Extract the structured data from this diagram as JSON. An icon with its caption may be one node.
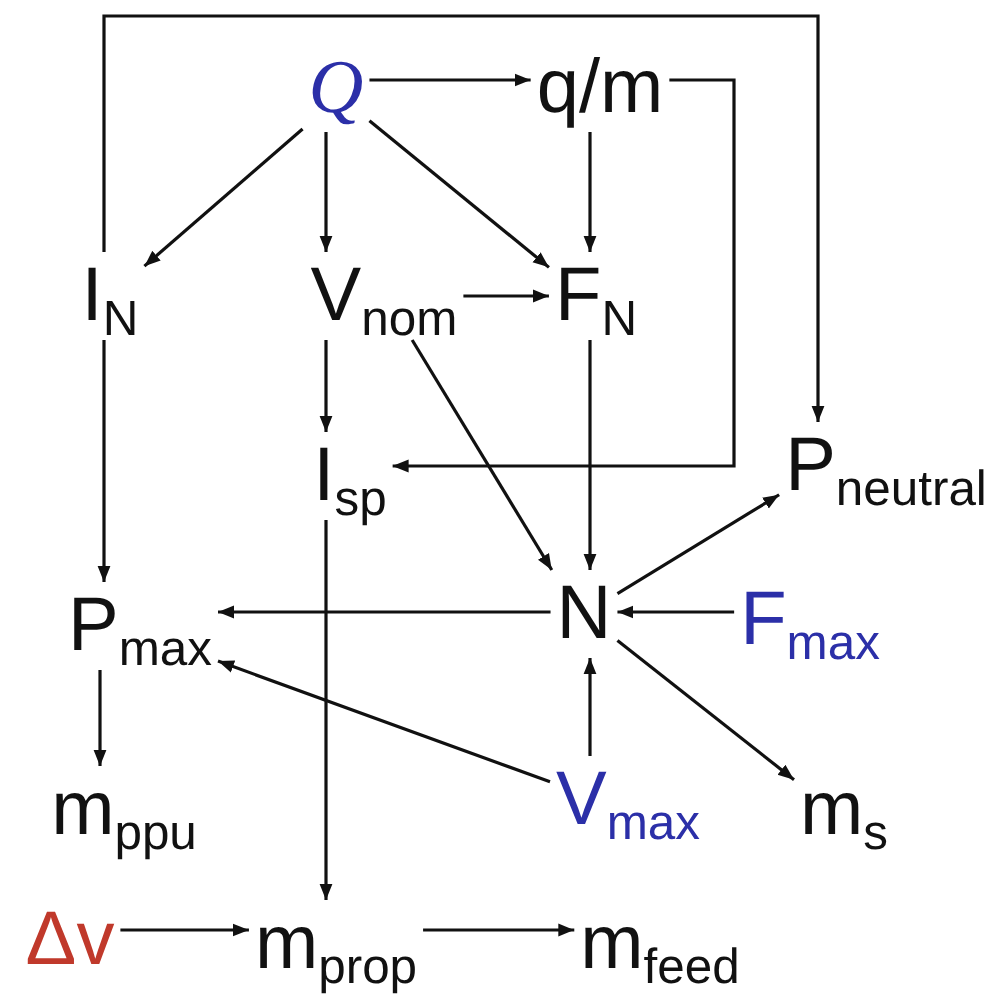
{
  "diagram": {
    "nodes": [
      {
        "text": [
          "Q"
        ]
      },
      {
        "text": [
          "q/m"
        ]
      },
      {
        "text": [
          "I$_{N}$"
        ]
      },
      {
        "text": [
          "V$_{nom}$"
        ]
      },
      {
        "text": [
          "F$_{N}$"
        ]
      },
      {
        "text": [
          "I$_{sp}$"
        ]
      },
      {
        "text": [
          "P$_{neutral}$"
        ]
      },
      {
        "text": [
          "N"
        ]
      },
      {
        "text": [
          "F$_{max}$"
        ]
      },
      {
        "text": [
          "P$_{max}$"
        ]
      },
      {
        "text": [
          "m$_{ppu}$"
        ]
      },
      {
        "text": [
          "V$_{max}$"
        ]
      },
      {
        "text": [
          "m$_{s}$"
        ]
      },
      {
        "text": [
          "Δv"
        ]
      },
      {
        "text": [
          "m$_{prop}$"
        ]
      },
      {
        "text": [
          "m$_{feed}$"
        ]
      }
    ],
    "edges": [
      {
        "from": 0,
        "to": 1,
        "arrow": "to"
      },
      {
        "from": 0,
        "to": 2,
        "arrow": "to"
      },
      {
        "from": 0,
        "to": 3,
        "arrow": "to"
      },
      {
        "from": 0,
        "to": 4,
        "arrow": "to"
      },
      {
        "from": 1,
        "to": 4,
        "arrow": "to"
      },
      {
        "from": 3,
        "to": 4,
        "arrow": "to"
      },
      {
        "from": 3,
        "to": 5,
        "arrow": "to"
      },
      {
        "from": 3,
        "to": 7,
        "arrow": "to"
      },
      {
        "from": 4,
        "to": 7,
        "arrow": "to"
      },
      {
        "from": 1,
        "to": 5,
        "arrow": "to"
      },
      {
        "from": 2,
        "to": 6,
        "arrow": "to"
      },
      {
        "from": 2,
        "to": 9,
        "arrow": "to"
      },
      {
        "from": 5,
        "to": 14,
        "arrow": "to"
      },
      {
        "from": 7,
        "to": 6,
        "arrow": "to"
      },
      {
        "from": 7,
        "to": 9,
        "arrow": "to"
      },
      {
        "from": 8,
        "to": 7,
        "arrow": "to"
      },
      {
        "from": 11,
        "to": 7,
        "arrow": "to"
      },
      {
        "from": 7,
        "to": 12,
        "arrow": "to"
      },
      {
        "from": 11,
        "to": 9,
        "arrow": "to"
      },
      {
        "from": 9,
        "to": 10,
        "arrow": "to"
      },
      {
        "from": 13,
        "to": 14,
        "arrow": "to"
      },
      {
        "from": 14,
        "to": 15,
        "arrow": "to"
      }
    ]
  }
}
